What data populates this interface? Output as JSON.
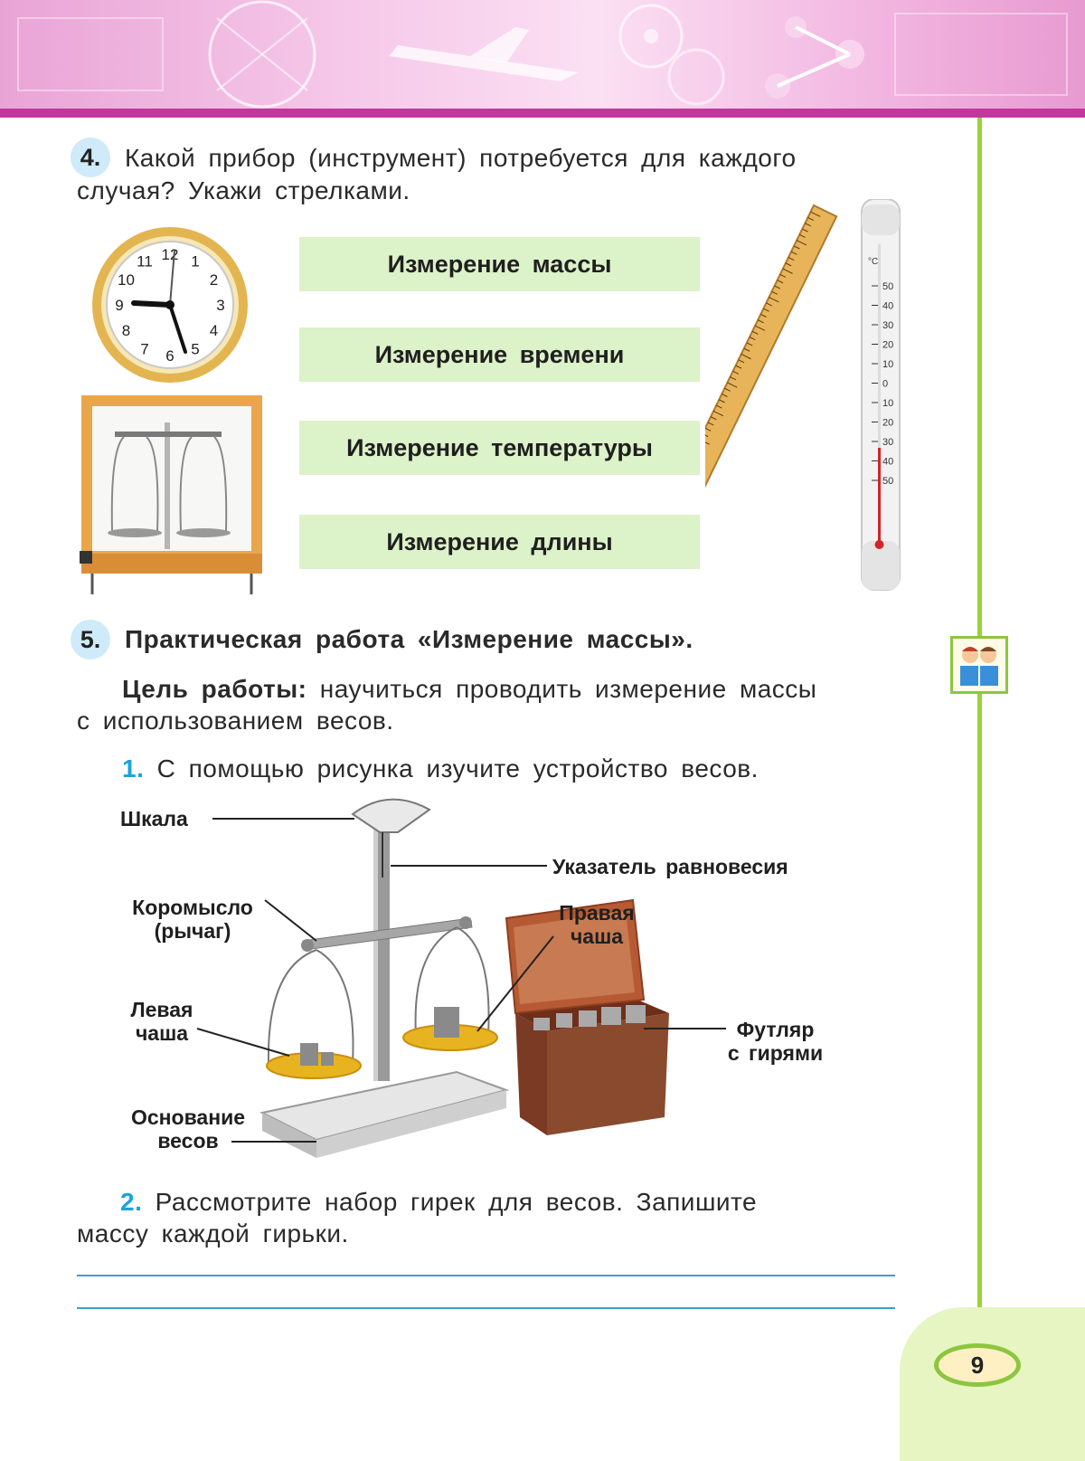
{
  "page": {
    "number": "9"
  },
  "task4": {
    "number": "4.",
    "question_line1": "Какой прибор (инструмент) потребуется для каждого",
    "question_line2": "случая? Укажи стрелками.",
    "boxes": [
      "Измерение массы",
      "Измерение времени",
      "Измерение температуры",
      "Измерение длины"
    ],
    "clock_numbers": [
      "12",
      "1",
      "2",
      "3",
      "4",
      "5",
      "6",
      "7",
      "8",
      "9",
      "10",
      "11"
    ],
    "thermometer_scale": [
      "50",
      "40",
      "30",
      "20",
      "10",
      "0",
      "10",
      "20",
      "30",
      "40",
      "50"
    ],
    "thermometer_unit": "°C"
  },
  "task5": {
    "number": "5.",
    "title": "Практическая работа «Измерение массы».",
    "goal_label": "Цель работы:",
    "goal_line1": " научиться проводить измерение массы",
    "goal_line2": "с использованием весов.",
    "step1_num": "1.",
    "step1_text": " С помощью рисунка изучите устройство весов.",
    "labels": {
      "scale": "Шкала",
      "pointer": "Указатель равновесия",
      "beam_line1": "Коромысло",
      "beam_line2": "(рычаг)",
      "right_pan_line1": "Правая",
      "right_pan_line2": "чаша",
      "left_pan_line1": "Левая",
      "left_pan_line2": "чаша",
      "case_line1": "Футляр",
      "case_line2": "с гирями",
      "base_line1": "Основание",
      "base_line2": "весов"
    },
    "step2_num": "2.",
    "step2_line1": " Рассмотрите набор гирек для весов. Запишите",
    "step2_line2": "массу каждой гирьки."
  },
  "colors": {
    "banner_bar": "#c2379e",
    "green_line": "#9bd23a",
    "box_fill": "#dcf2c8",
    "task_circle": "#cfeaf8",
    "step_number": "#1aa3dd",
    "answer_line": "#3a9fd8"
  }
}
